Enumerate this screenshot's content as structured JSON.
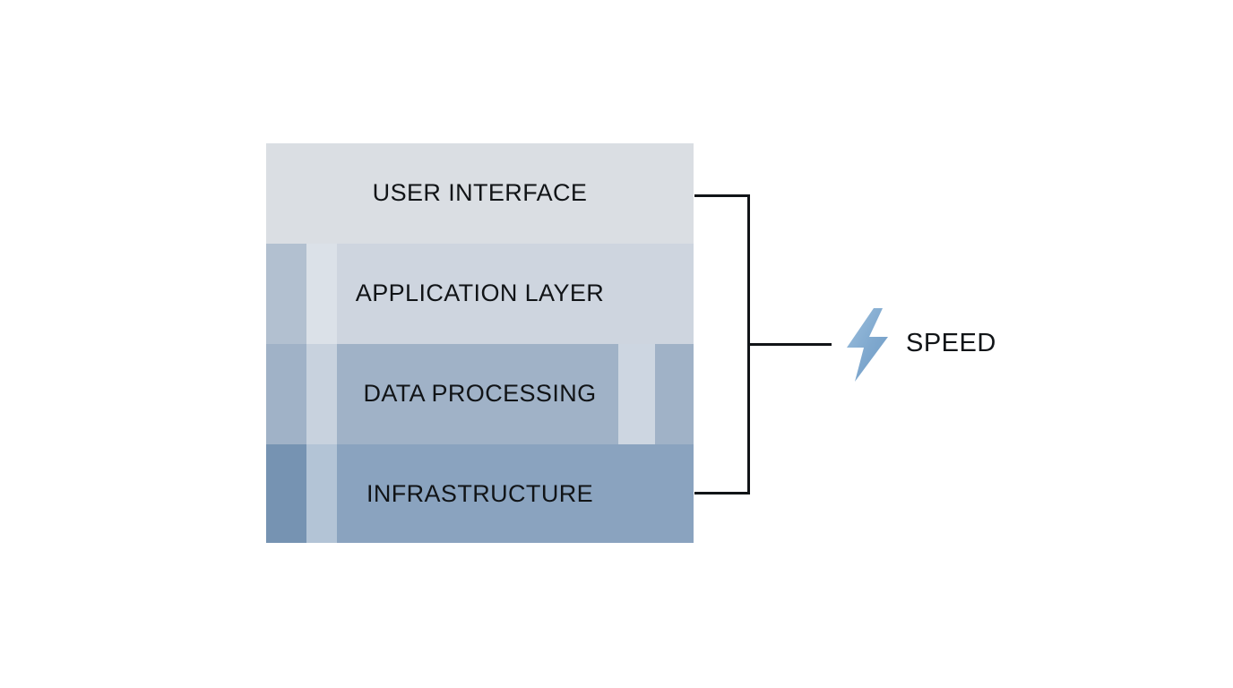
{
  "diagram": {
    "type": "layered-stack-with-callout",
    "background_color": "#ffffff",
    "stack": {
      "name": "technology-stack",
      "layers": [
        {
          "label": "USER INTERFACE",
          "color": "#dadee3",
          "order": 1
        },
        {
          "label": "APPLICATION LAYER",
          "color": "#c2cbd8",
          "order": 2
        },
        {
          "label": "DATA PROCESSING",
          "color": "#a9b8cb",
          "order": 3
        },
        {
          "label": "INFRASTRUCTURE",
          "color": "#7d99b8",
          "order": 4
        }
      ]
    },
    "callout": {
      "label": "SPEED",
      "icon": "lightning-bolt-icon",
      "icon_color": "#7fa8ce",
      "bracket_color": "#111417",
      "spans_layers": [
        "USER INTERFACE",
        "INFRASTRUCTURE"
      ]
    },
    "text_color": "#111417"
  }
}
